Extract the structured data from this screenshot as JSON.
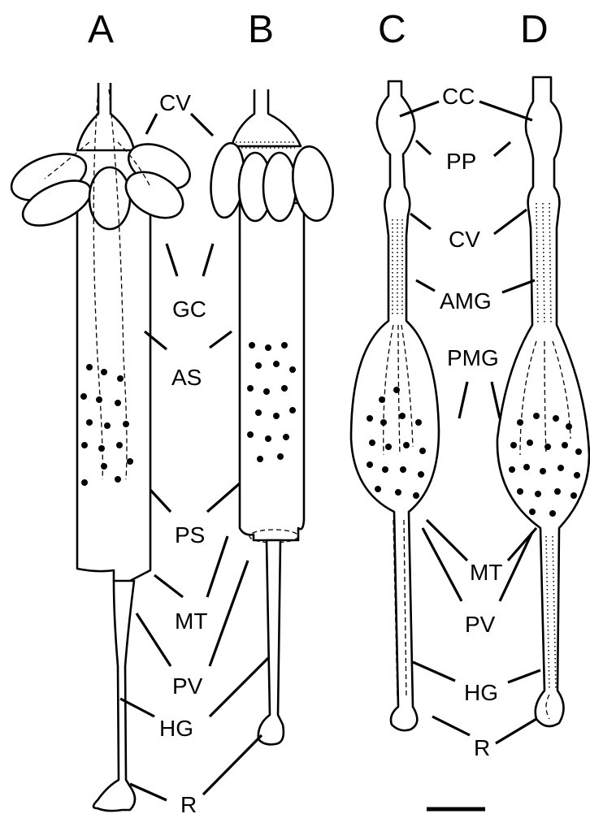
{
  "panels": {
    "a": "A",
    "b": "B",
    "c": "C",
    "d": "D"
  },
  "labels": {
    "cv_left": "CV",
    "gc": "GC",
    "as": "AS",
    "ps": "PS",
    "mt_left": "MT",
    "pv_left": "PV",
    "hg_left": "HG",
    "r_left": "R",
    "cc": "CC",
    "pp": "PP",
    "cv_right": "CV",
    "amg": "AMG",
    "pmg": "PMG",
    "mt_right": "MT",
    "pv_right": "PV",
    "hg_right": "HG",
    "r_right": "R"
  }
}
